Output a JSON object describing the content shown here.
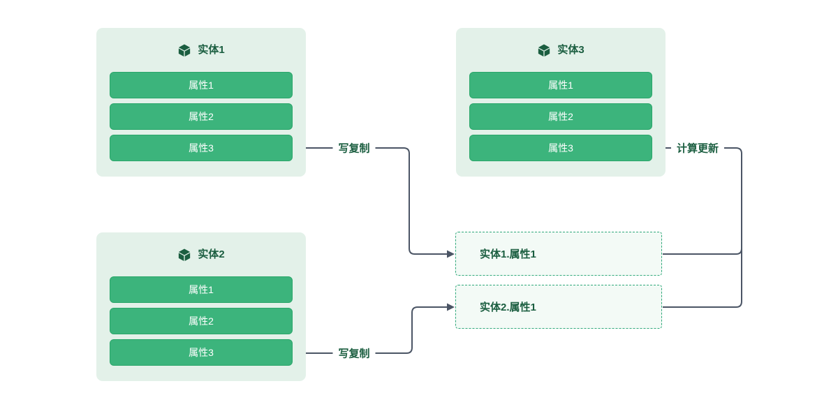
{
  "diagram": {
    "entities": [
      {
        "title": "实体1",
        "attributes": [
          "属性1",
          "属性2",
          "属性3"
        ]
      },
      {
        "title": "实体2",
        "attributes": [
          "属性1",
          "属性2",
          "属性3"
        ]
      },
      {
        "title": "实体3",
        "attributes": [
          "属性1",
          "属性2",
          "属性3"
        ]
      }
    ],
    "refs": [
      {
        "label": "实体1.属性1"
      },
      {
        "label": "实体2.属性1"
      }
    ],
    "edges": [
      {
        "label": "写复制",
        "between": [
          "实体1.属性3",
          "实体1.属性1"
        ],
        "arrows": "both"
      },
      {
        "label": "写复制",
        "between": [
          "实体2.属性3",
          "实体2.属性1"
        ],
        "arrows": "both"
      },
      {
        "label": "计算更新",
        "between": [
          "实体1.属性1 / 实体2.属性1",
          "实体3.属性3"
        ],
        "arrows": "end"
      }
    ]
  },
  "colors": {
    "page_bg": "#ffffff",
    "card_bg": "#e3f1e9",
    "attr_fill": "#3cb47c",
    "attr_border": "#2aa66a",
    "attr_text": "#ffffff",
    "entity_ink": "#1b5e40",
    "ref_bg": "#f3faf6",
    "ref_border": "#2fa87a",
    "label_ink": "#1b5e40",
    "wire": "#4b5565"
  }
}
